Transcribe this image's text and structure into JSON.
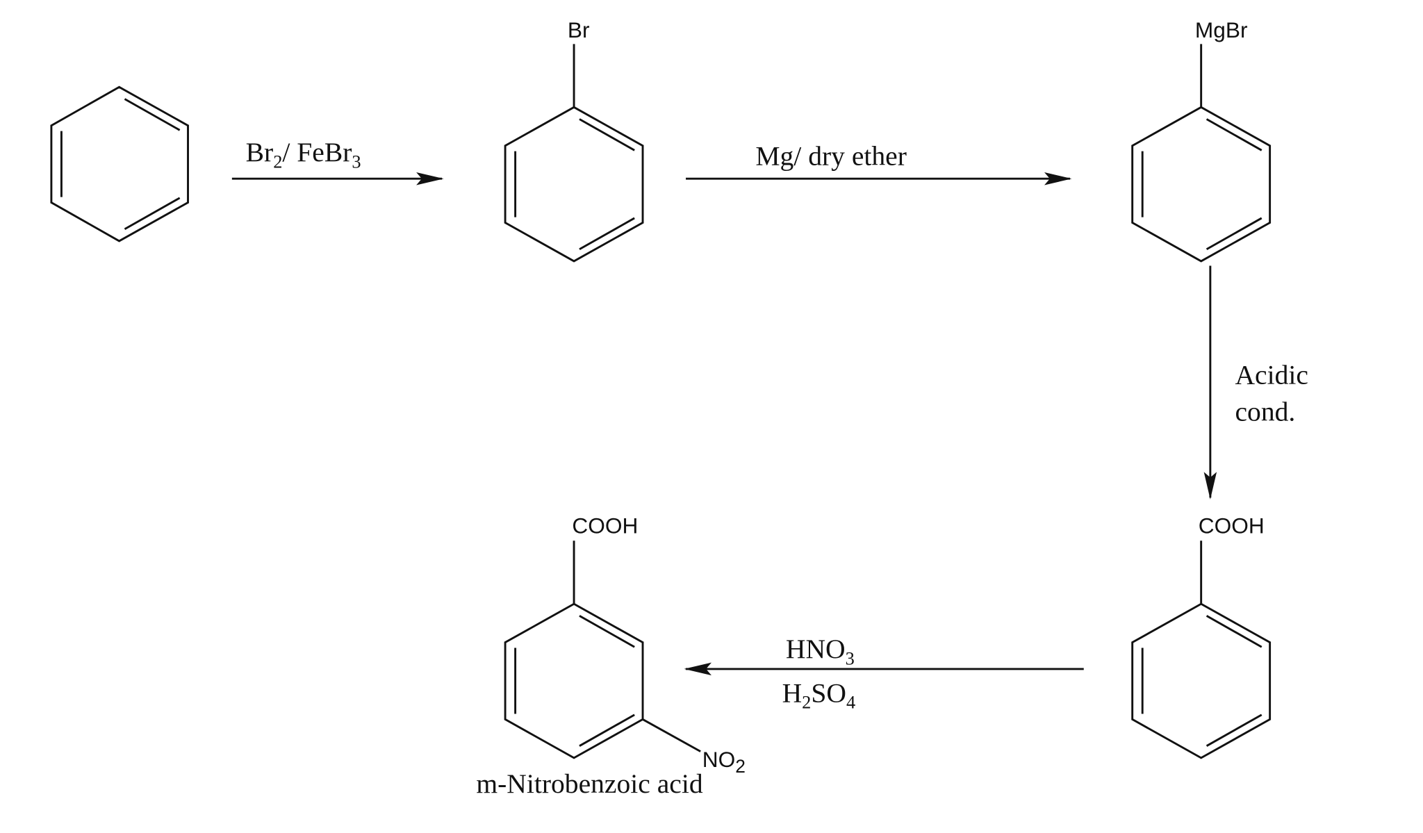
{
  "molecules": {
    "bromobenzene_label": "Br",
    "grignard_label": "MgBr",
    "benzoic_acid_label": "COOH",
    "nitro_acid_cooh_label": "COOH",
    "nitro_group": {
      "main": "NO",
      "sub": "2"
    },
    "product_name": "m-Nitrobenzoic acid"
  },
  "reagents": {
    "step1": {
      "a": "Br",
      "a_sub": "2",
      "b": "/ FeBr",
      "b_sub": "3"
    },
    "step2": "Mg/ dry ether",
    "step3": {
      "line1": "Acidic",
      "line2": "cond."
    },
    "step4": {
      "top": "HNO",
      "top_sub": "3",
      "bottom_a": "H",
      "bottom_sub1": "2",
      "bottom_b": "SO",
      "bottom_sub2": "4"
    }
  }
}
